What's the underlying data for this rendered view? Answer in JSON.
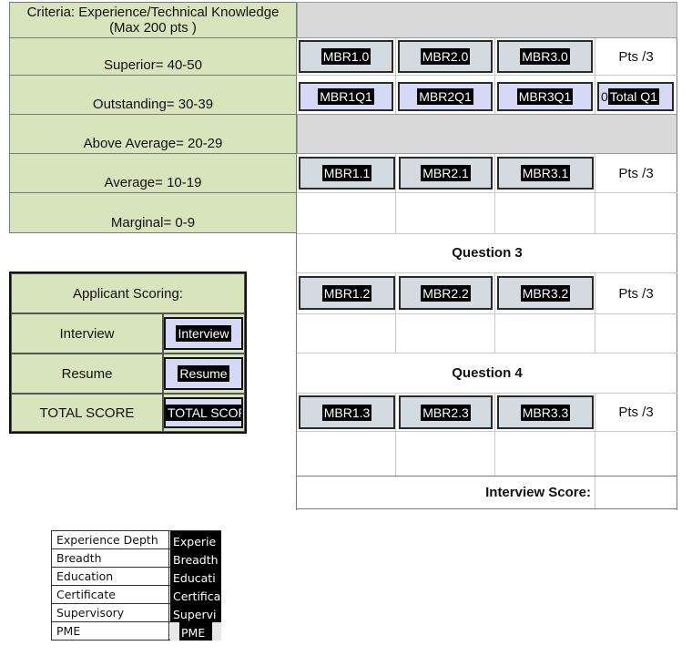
{
  "criteria": {
    "header_line1": "Criteria: Experience/Technical Knowledge",
    "header_line2": "(Max 200 pts )",
    "levels": [
      "Superior= 40-50",
      "Outstanding= 30-39",
      "Above Average= 20-29",
      "Average= 10-19",
      "Marginal= 0-9"
    ]
  },
  "grid": {
    "row1": {
      "fields": [
        "MBR1.0",
        "MBR2.0",
        "MBR3.0"
      ],
      "pts": "Pts /3"
    },
    "row2": {
      "fields": [
        "MBR1Q1",
        "MBR2Q1",
        "MBR3Q1"
      ],
      "total_prefix": "0",
      "total": "Total Q1"
    },
    "row3": {
      "fields": [
        "MBR1.1",
        "MBR2.1",
        "MBR3.1"
      ],
      "pts": "Pts /3"
    },
    "question3": "Question 3",
    "row4": {
      "fields": [
        "MBR1.2",
        "MBR2.2",
        "MBR3.2"
      ],
      "pts": "Pts /3"
    },
    "question4": "Question 4",
    "row5": {
      "fields": [
        "MBR1.3",
        "MBR2.3",
        "MBR3.3"
      ],
      "pts": "Pts /3"
    },
    "interview_score_label": "Interview Score:"
  },
  "applicant": {
    "title": "Applicant Scoring:",
    "rows": [
      {
        "label": "Interview",
        "value": "Interview"
      },
      {
        "label": "Resume",
        "value": "Resume"
      },
      {
        "label": "TOTAL SCORE",
        "value": "TOTAL SCOR"
      }
    ]
  },
  "small_table": [
    {
      "label": "Experience Depth",
      "value": "Experie"
    },
    {
      "label": "Breadth",
      "value": "Breadth"
    },
    {
      "label": "Education",
      "value": "Educati"
    },
    {
      "label": "Certificate",
      "value": "Certifica"
    },
    {
      "label": "Supervisory",
      "value": "Supervi"
    },
    {
      "label": "PME",
      "value": "PME"
    }
  ]
}
